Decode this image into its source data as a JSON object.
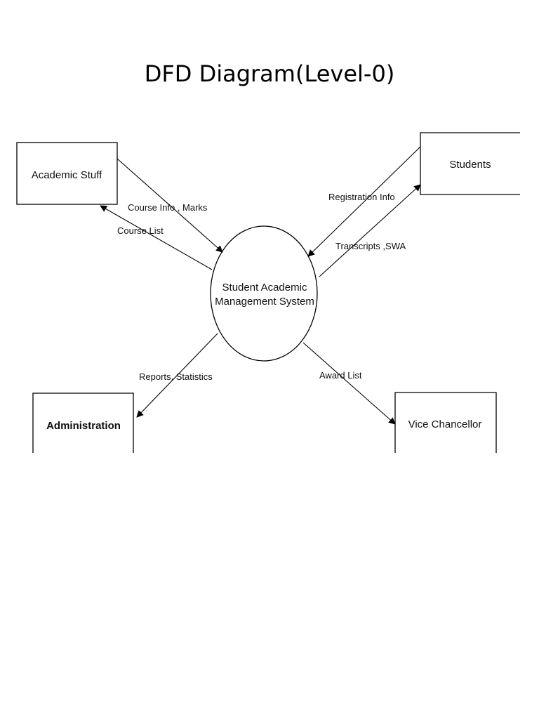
{
  "title": "DFD Diagram(Level-0)",
  "process": {
    "line1": "Student Academic",
    "line2": "Management System"
  },
  "entities": {
    "academic_staff": "Academic Stuff",
    "students": "Students",
    "administration": "Administration",
    "vice_chancellor": "Vice Chancellor"
  },
  "flows": {
    "course_info_marks": "Course Info , Marks",
    "course_list": "Course List",
    "registration_info": "Registration Info",
    "transcripts_swa": "Transcripts ,SWA",
    "reports_statistics": "Reports, Statistics",
    "award_list": "Award List"
  }
}
